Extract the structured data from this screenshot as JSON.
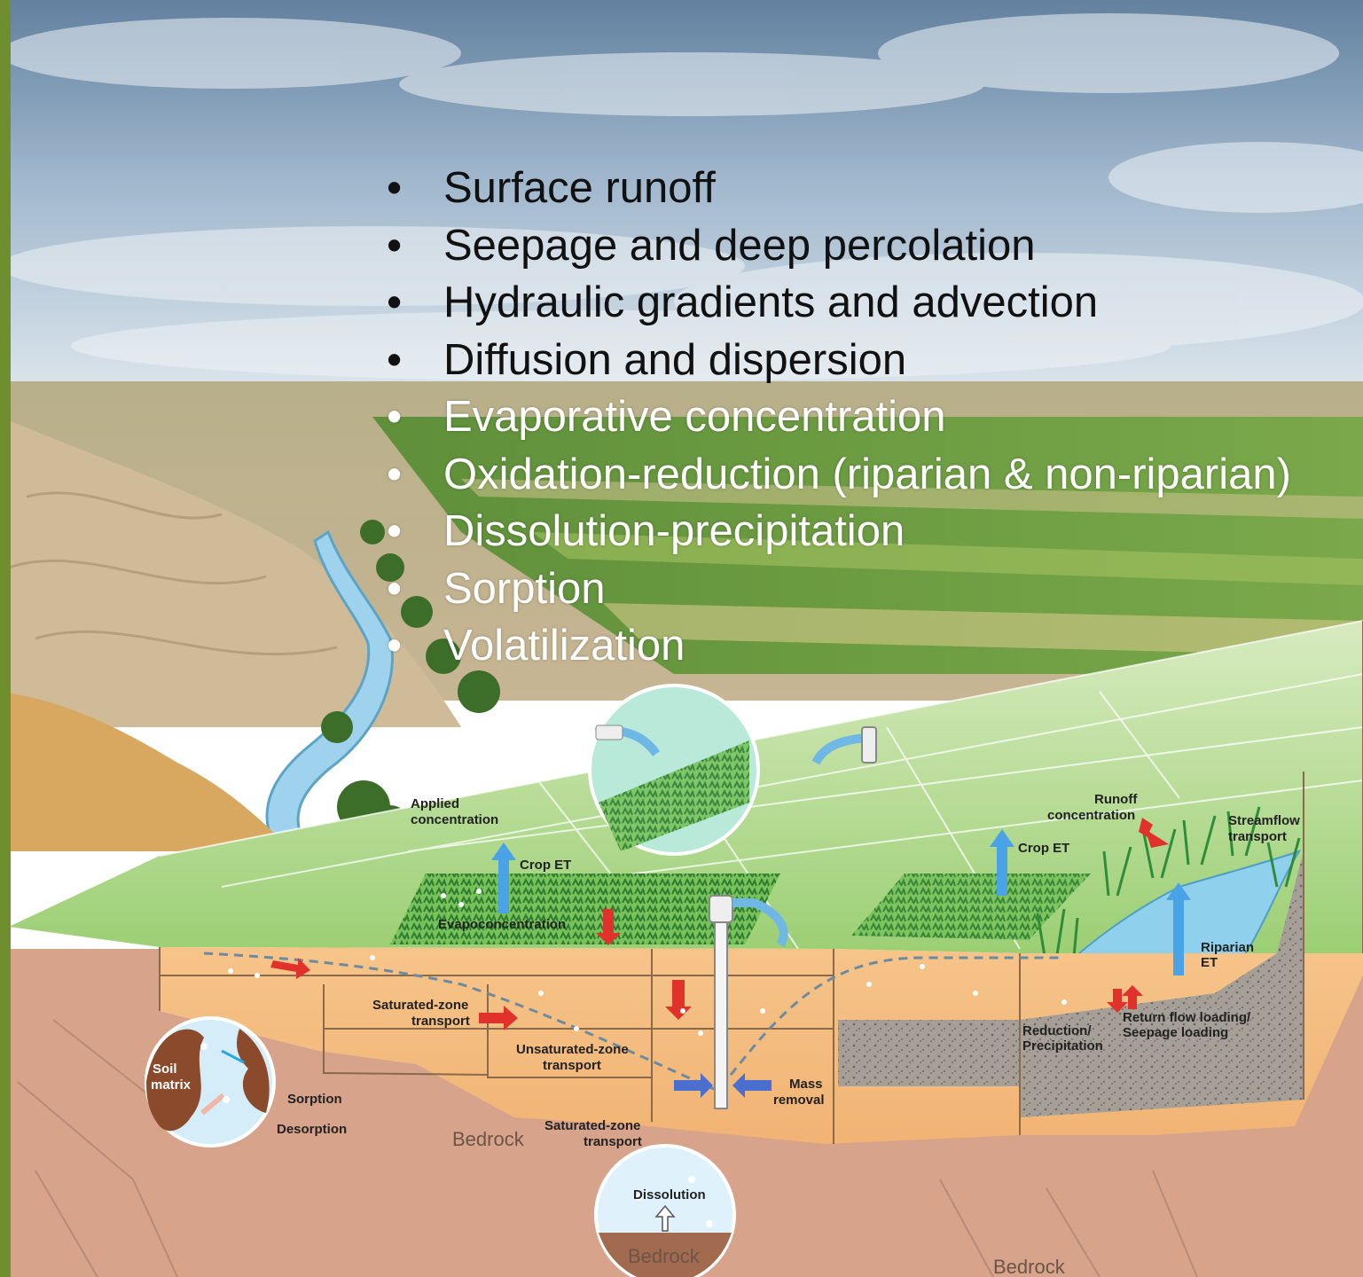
{
  "bullets": [
    {
      "text": "Surface runoff"
    },
    {
      "text": "Seepage and deep percolation"
    },
    {
      "text": "Hydraulic gradients and advection"
    },
    {
      "text": "Diffusion and dispersion"
    },
    {
      "text": "Evaporative concentration"
    },
    {
      "text": "Oxidation-reduction (riparian & non-riparian)"
    },
    {
      "text": "Dissolution-precipitation"
    },
    {
      "text": "Sorption"
    },
    {
      "text": "Volatilization"
    }
  ],
  "diagram": {
    "applied_concentration": [
      "Applied",
      "concentration"
    ],
    "crop_et_left": "Crop ET",
    "evapoconcentration": "Evapoconcentration",
    "runoff_concentration": [
      "Runoff",
      "concentration"
    ],
    "crop_et_right": "Crop ET",
    "streamflow_transport": [
      "Streamflow",
      "transport"
    ],
    "riparian_et": [
      "Riparian",
      "ET"
    ],
    "saturated_zone_transport": [
      "Saturated-zone",
      "transport"
    ],
    "unsaturated_zone_transport": [
      "Unsaturated-zone",
      "transport"
    ],
    "soil_matrix": [
      "Soil",
      "matrix"
    ],
    "sorption": "Sorption",
    "desorption": "Desorption",
    "bedrock_left": "Bedrock",
    "saturated_zone_transport_2": [
      "Saturated-zone",
      "transport"
    ],
    "dissolution": "Dissolution",
    "bedrock_circle": "Bedrock",
    "mass_removal": [
      "Mass",
      "removal"
    ],
    "reduction_precipitation": [
      "Reduction/",
      "Precipitation"
    ],
    "return_flow": [
      "Return flow loading/",
      "Seepage loading"
    ],
    "bedrock_right": "Bedrock"
  },
  "colors": {
    "sky_top": "#6f8fb0",
    "sky_horizon": "#c9d9e6",
    "bar": "#6f8f2e",
    "soil": "#f1b774",
    "bedrock": "#d9a48c",
    "field_green": "#9fd07a",
    "water": "#8fd0ec",
    "arrow_red": "#e0322b",
    "arrow_blue": "#3f87d6"
  }
}
